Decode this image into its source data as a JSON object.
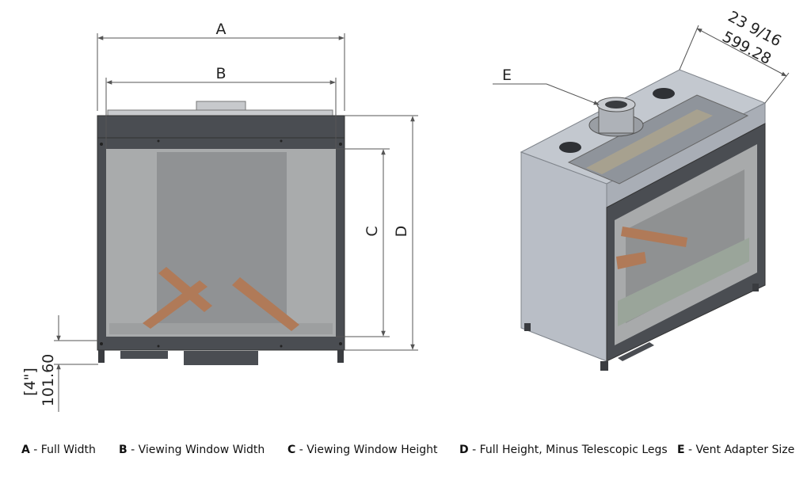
{
  "front_view": {
    "dim_a": "A",
    "dim_b": "B",
    "dim_c": "C",
    "dim_d": "D",
    "leg_height_mm": "101.60",
    "leg_height_in": "[4\"]"
  },
  "iso_view": {
    "dim_e": "E",
    "depth_in": "23 9/16",
    "depth_mm": "599.28"
  },
  "legend": [
    {
      "key": "A",
      "text": " - Full Width"
    },
    {
      "key": "B",
      "text": " - Viewing Window Width"
    },
    {
      "key": "C",
      "text": " - Viewing Window Height"
    },
    {
      "key": "D",
      "text": " - Full Height, Minus Telescopic Legs"
    },
    {
      "key": "E",
      "text": " - Vent Adapter Size"
    }
  ],
  "colors": {
    "frame": "#4a4d52",
    "glass": "#a8aaab",
    "glass_inner": "#8f9192",
    "log": "#b07a58",
    "steel": "#b9bec6",
    "steel_dark": "#9ea3ab",
    "dim_line": "#555555"
  }
}
